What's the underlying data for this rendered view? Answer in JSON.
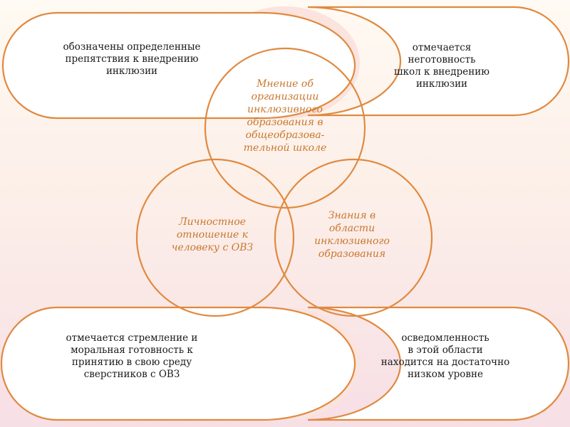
{
  "colors": {
    "stroke": "#e0893f",
    "box_fill": "#ffffff",
    "lens_fill": "#fbe3de",
    "circle_text": "#c9772e",
    "box_text": "#1a1a1a"
  },
  "center_circle": {
    "lines": [
      "Мнение об",
      "организации",
      "инклюзивного",
      "образования в",
      "общеобразова-",
      "тельной школе"
    ]
  },
  "left_circle": {
    "lines": [
      "Личностное",
      "отношение к",
      "человеку с ОВЗ"
    ]
  },
  "right_circle": {
    "lines": [
      "Знания в",
      "области",
      "инклюзивного",
      "образования"
    ]
  },
  "top_left_box": {
    "lines": [
      "обозначены определенные",
      "препятствия к внедрению",
      "инклюзии"
    ]
  },
  "top_right_box": {
    "lines": [
      "отмечается",
      "неготовность",
      "школ к внедрению",
      "инклюзии"
    ]
  },
  "bottom_left_box": {
    "lines": [
      "отмечается стремление и",
      "моральная готовность к",
      "принятию в свою среду",
      "сверстников с ОВЗ"
    ]
  },
  "bottom_right_box": {
    "lines": [
      "осведомленность",
      "в этой области",
      "находится на достаточно",
      "низком уровне"
    ]
  }
}
